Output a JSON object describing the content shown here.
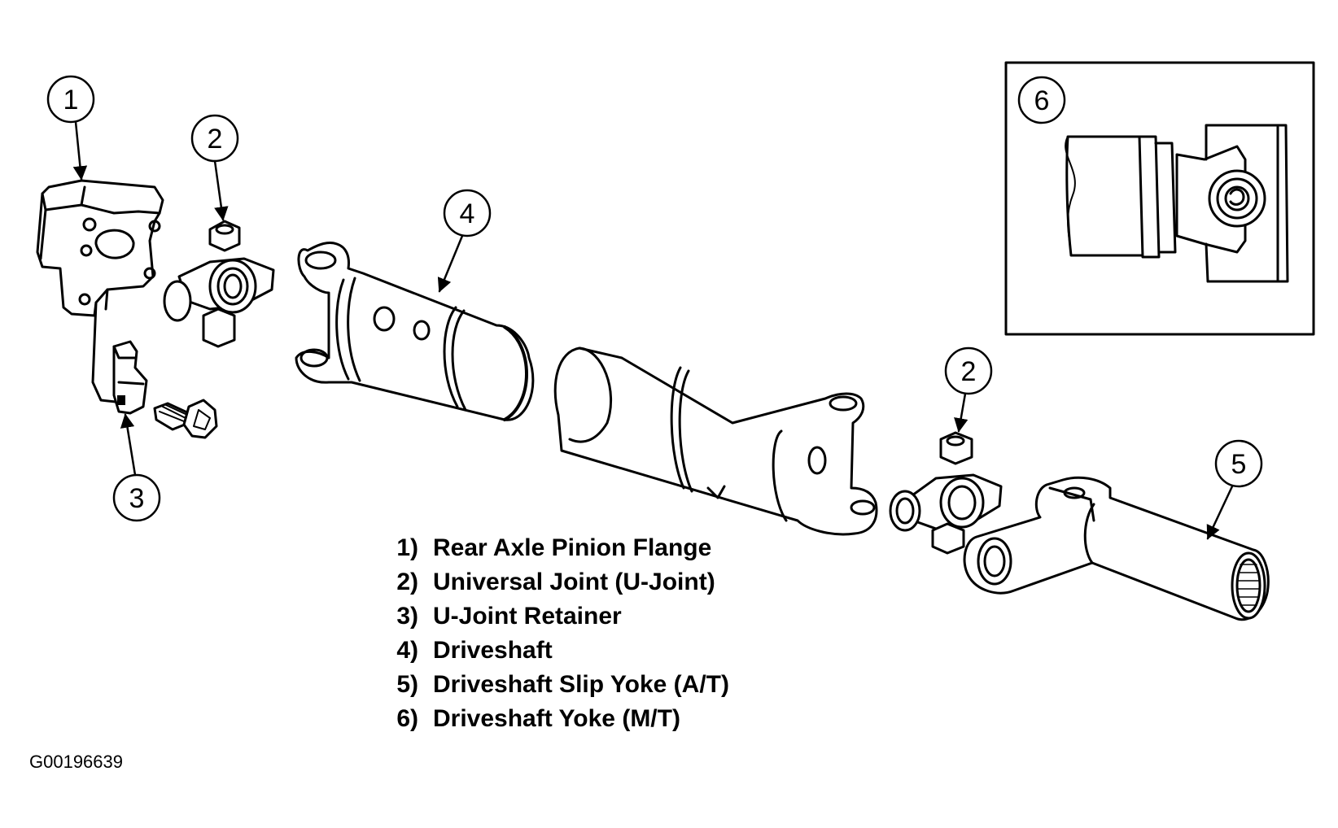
{
  "callouts": {
    "flange": "1",
    "ujoint_left": "2",
    "retainer": "3",
    "driveshaft": "4",
    "ujoint_right": "2",
    "slip_yoke": "5",
    "inset_yoke": "6"
  },
  "legend": [
    {
      "num": "1)",
      "label": "Rear Axle Pinion Flange"
    },
    {
      "num": "2)",
      "label": "Universal Joint (U-Joint)"
    },
    {
      "num": "3)",
      "label": "U-Joint Retainer"
    },
    {
      "num": "4)",
      "label": "Driveshaft"
    },
    {
      "num": "5)",
      "label": "Driveshaft Slip Yoke (A/T)"
    },
    {
      "num": "6)",
      "label": "Driveshaft Yoke (M/T)"
    }
  ],
  "figure_id": "G00196639"
}
